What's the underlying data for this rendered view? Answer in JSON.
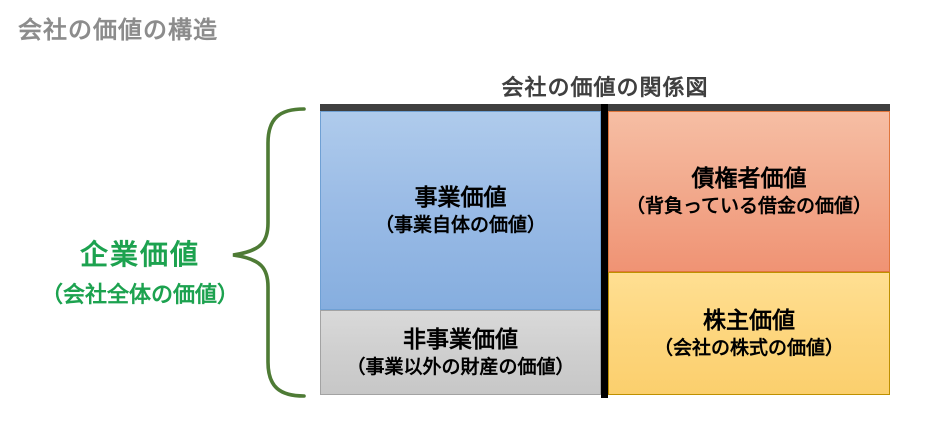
{
  "page_title": "会社の価値の構造",
  "diagram": {
    "title": "会社の価値の関係図",
    "left_label": {
      "title": "企業価値",
      "subtitle": "（会社全体の価値）"
    },
    "boxes": {
      "business": {
        "title": "事業価値",
        "subtitle": "（事業自体の価値）"
      },
      "non_business": {
        "title": "非事業価値",
        "subtitle": "（事業以外の財産の価値）"
      },
      "creditor": {
        "title": "債権者価値",
        "subtitle": "（背負っている借金の価値）"
      },
      "shareholder": {
        "title": "株主価値",
        "subtitle": "（会社の株式の価値）"
      }
    },
    "colors": {
      "business_fill": "#9BBCE6",
      "non_business_fill": "#CFCFCF",
      "creditor_fill": "#F2A98C",
      "shareholder_fill": "#FCD67C",
      "enterprise_label_green": "#1CA24F",
      "brace_green": "#4E7B35",
      "divider_black": "#000000",
      "top_bar_gray": "#3F3F3F",
      "page_title_gray": "#8C8C8C"
    }
  }
}
